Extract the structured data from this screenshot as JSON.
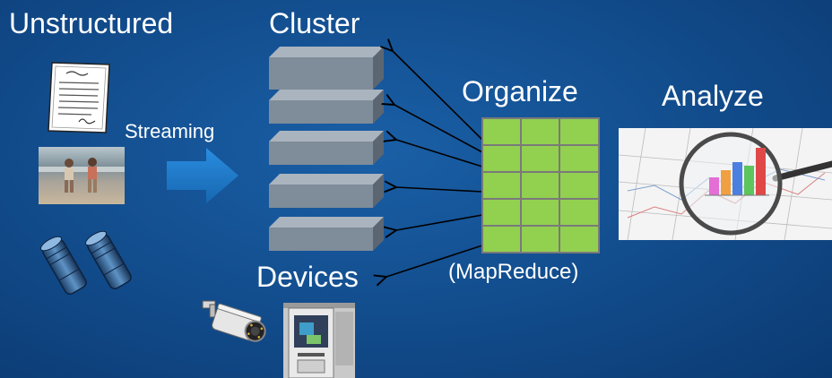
{
  "slide": {
    "labels": {
      "unstructured": "Unstructured",
      "cluster": "Cluster",
      "organize": "Organize",
      "analyze": "Analyze",
      "streaming": "Streaming",
      "devices": "Devices",
      "mapreduce": "(MapReduce)"
    },
    "icons": {
      "document": "document-icon",
      "photo": "beach-photo-icon",
      "sensors": "sensors-icon",
      "camera": "security-camera-icon",
      "kiosk": "kiosk-device-icon",
      "arrow": "streaming-arrow-icon",
      "server": "server-node-icon",
      "grid": "data-grid-icon",
      "analysis": "magnifier-chart-icon"
    },
    "colors": {
      "background": "#134f90",
      "grid_fill": "#92d050",
      "server_face": "#7f8c99",
      "arrow_fill": "#1f78c8"
    }
  }
}
